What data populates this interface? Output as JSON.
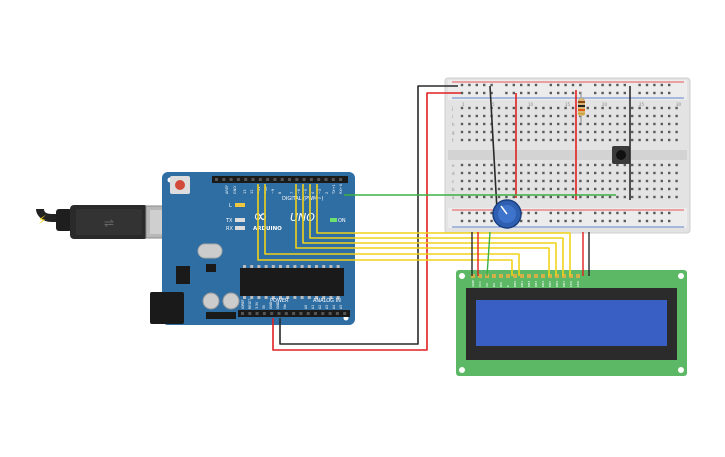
{
  "arduino": {
    "brand": "ARDUINO",
    "model": "UNO",
    "digital_label": "DIGITAL (PWM~)",
    "power_label": "POWER",
    "analog_label": "ANALOG IN",
    "on_label": "ON",
    "l_label": "L",
    "tx_label": "TX",
    "rx_label": "RX",
    "aref_label": "AREF",
    "gnd_label": "GND",
    "digital_pins": [
      "13",
      "12",
      "~11",
      "~10",
      "~9",
      "8",
      "7",
      "~6",
      "~5",
      "4",
      "~3",
      "2",
      "TX→1",
      "RX←0"
    ],
    "power_pins": [
      "IOREF",
      "RESET",
      "3.3V",
      "5V",
      "GND",
      "GND",
      "Vin"
    ],
    "analog_pins": [
      "A0",
      "A1",
      "A2",
      "A3",
      "A4",
      "A5"
    ]
  },
  "breadboard": {
    "row_letters_top": [
      "j",
      "i",
      "h",
      "g",
      "f"
    ],
    "row_letters_bottom": [
      "e",
      "d",
      "c",
      "b",
      "a"
    ],
    "column_numbers": [
      "1",
      "5",
      "10",
      "15",
      "20",
      "25",
      "30"
    ]
  },
  "lcd": {
    "pins": [
      "GND",
      "VCC",
      "V0",
      "RS",
      "RW",
      "E",
      "DB0",
      "DB1",
      "DB2",
      "DB3",
      "DB4",
      "DB5",
      "DB6",
      "DB7",
      "LED",
      "LED"
    ]
  },
  "colors": {
    "board_blue": "#2f6ea3",
    "breadboard": "#e3e3e3",
    "lcd_pcb": "#5cb865",
    "lcd_screen": "#3a5fc4",
    "wire_yellow": "#f2d21a",
    "wire_red": "#e02020",
    "wire_black": "#2a2a2a",
    "wire_green": "#3cb043"
  }
}
